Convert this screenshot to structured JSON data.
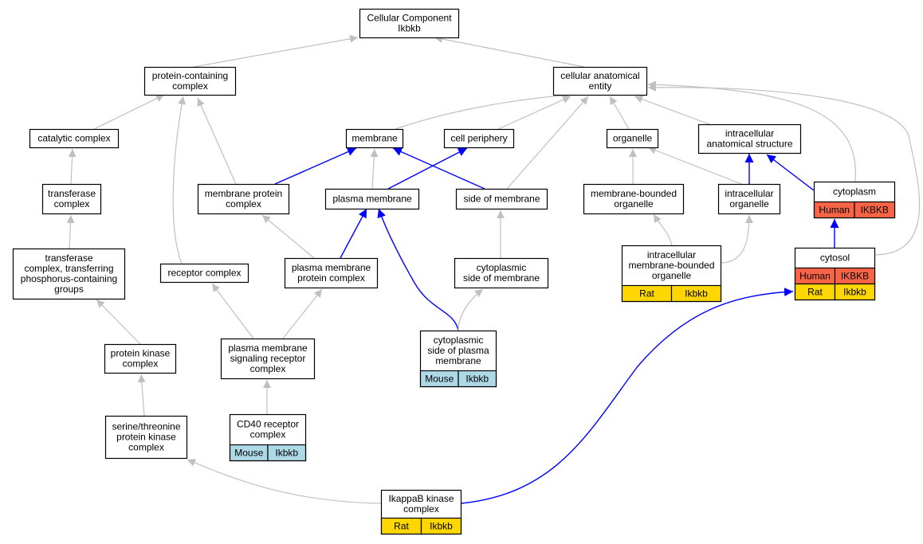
{
  "colors": {
    "gray_edge": "#c0c0c0",
    "blue_edge": "#0000ff",
    "human": "#fa6446",
    "rat": "#ffd700",
    "mouse": "#add8e6"
  },
  "nodes": [
    {
      "id": "root",
      "lines": [
        "Cellular Component",
        "Ikbkb"
      ]
    },
    {
      "id": "pcc",
      "lines": [
        "protein-containing",
        "complex"
      ]
    },
    {
      "id": "cae",
      "lines": [
        "cellular anatomical",
        "entity"
      ]
    },
    {
      "id": "cat",
      "lines": [
        "catalytic complex"
      ]
    },
    {
      "id": "mem",
      "lines": [
        "membrane"
      ]
    },
    {
      "id": "cper",
      "lines": [
        "cell periphery"
      ]
    },
    {
      "id": "org",
      "lines": [
        "organelle"
      ]
    },
    {
      "id": "ias",
      "lines": [
        "intracellular",
        "anatomical structure"
      ]
    },
    {
      "id": "trc",
      "lines": [
        "transferase",
        "complex"
      ]
    },
    {
      "id": "mpc",
      "lines": [
        "membrane protein",
        "complex"
      ]
    },
    {
      "id": "pm",
      "lines": [
        "plasma membrane"
      ]
    },
    {
      "id": "som",
      "lines": [
        "side of membrane"
      ]
    },
    {
      "id": "mbo",
      "lines": [
        "membrane-bounded",
        "organelle"
      ]
    },
    {
      "id": "io",
      "lines": [
        "intracellular",
        "organelle"
      ]
    },
    {
      "id": "cyto",
      "lines": [
        "cytoplasm"
      ],
      "species": [
        {
          "cells": [
            "Human",
            "IKBKB"
          ],
          "color": "human"
        }
      ]
    },
    {
      "id": "tcp",
      "lines": [
        "transferase",
        "complex, transferring",
        "phosphorus-containing",
        "groups"
      ]
    },
    {
      "id": "rc",
      "lines": [
        "receptor complex"
      ]
    },
    {
      "id": "pmpc",
      "lines": [
        "plasma membrane",
        "protein complex"
      ]
    },
    {
      "id": "csm",
      "lines": [
        "cytoplasmic",
        "side of membrane"
      ]
    },
    {
      "id": "imbo",
      "lines": [
        "intracellular",
        "membrane-bounded",
        "organelle"
      ],
      "species": [
        {
          "cells": [
            "Rat",
            "Ikbkb"
          ],
          "color": "rat"
        }
      ]
    },
    {
      "id": "cytosol",
      "lines": [
        "cytosol"
      ],
      "species": [
        {
          "cells": [
            "Human",
            "IKBKB"
          ],
          "color": "human"
        },
        {
          "cells": [
            "Rat",
            "Ikbkb"
          ],
          "color": "rat"
        }
      ]
    },
    {
      "id": "pkc",
      "lines": [
        "protein kinase",
        "complex"
      ]
    },
    {
      "id": "pmsr",
      "lines": [
        "plasma membrane",
        "signaling receptor",
        "complex"
      ]
    },
    {
      "id": "cspm",
      "lines": [
        "cytoplasmic",
        "side of plasma",
        "membrane"
      ],
      "species": [
        {
          "cells": [
            "Mouse",
            "Ikbkb"
          ],
          "color": "mouse"
        }
      ]
    },
    {
      "id": "stpk",
      "lines": [
        "serine/threonine",
        "protein kinase",
        "complex"
      ]
    },
    {
      "id": "cd40",
      "lines": [
        "CD40 receptor",
        "complex"
      ],
      "species": [
        {
          "cells": [
            "Mouse",
            "Ikbkb"
          ],
          "color": "mouse"
        }
      ]
    },
    {
      "id": "ikk",
      "lines": [
        "IkappaB kinase",
        "complex"
      ],
      "species": [
        {
          "cells": [
            "Rat",
            "Ikbkb"
          ],
          "color": "rat"
        }
      ]
    }
  ],
  "edges": [
    {
      "from": "pcc",
      "to": "root",
      "color": "gray"
    },
    {
      "from": "cae",
      "to": "root",
      "color": "gray"
    },
    {
      "from": "cat",
      "to": "pcc",
      "color": "gray"
    },
    {
      "from": "mpc",
      "to": "pcc",
      "color": "gray"
    },
    {
      "from": "rc",
      "to": "pcc",
      "color": "gray"
    },
    {
      "from": "mem",
      "to": "cae",
      "color": "gray"
    },
    {
      "from": "cper",
      "to": "cae",
      "color": "gray"
    },
    {
      "from": "som",
      "to": "cae",
      "color": "gray"
    },
    {
      "from": "org",
      "to": "cae",
      "color": "gray"
    },
    {
      "from": "ias",
      "to": "cae",
      "color": "gray"
    },
    {
      "from": "cyto",
      "to": "cae",
      "color": "gray"
    },
    {
      "from": "cytosol",
      "to": "cae",
      "color": "gray"
    },
    {
      "from": "trc",
      "to": "cat",
      "color": "gray"
    },
    {
      "from": "mpc",
      "to": "mem",
      "color": "blue"
    },
    {
      "from": "pm",
      "to": "mem",
      "color": "gray"
    },
    {
      "from": "som",
      "to": "mem",
      "color": "blue"
    },
    {
      "from": "pm",
      "to": "cper",
      "color": "blue"
    },
    {
      "from": "mbo",
      "to": "org",
      "color": "gray"
    },
    {
      "from": "io",
      "to": "org",
      "color": "gray"
    },
    {
      "from": "io",
      "to": "ias",
      "color": "blue"
    },
    {
      "from": "cyto",
      "to": "ias",
      "color": "blue"
    },
    {
      "from": "tcp",
      "to": "trc",
      "color": "gray"
    },
    {
      "from": "pmpc",
      "to": "mpc",
      "color": "gray"
    },
    {
      "from": "pmpc",
      "to": "pm",
      "color": "blue"
    },
    {
      "from": "cspm",
      "to": "pm",
      "color": "blue"
    },
    {
      "from": "csm",
      "to": "som",
      "color": "gray"
    },
    {
      "from": "imbo",
      "to": "mbo",
      "color": "gray"
    },
    {
      "from": "imbo",
      "to": "io",
      "color": "gray"
    },
    {
      "from": "cytosol",
      "to": "cyto",
      "color": "blue"
    },
    {
      "from": "pkc",
      "to": "tcp",
      "color": "gray"
    },
    {
      "from": "pmsr",
      "to": "rc",
      "color": "gray"
    },
    {
      "from": "pmsr",
      "to": "pmpc",
      "color": "gray"
    },
    {
      "from": "cspm",
      "to": "csm",
      "color": "gray"
    },
    {
      "from": "stpk",
      "to": "pkc",
      "color": "gray"
    },
    {
      "from": "cd40",
      "to": "pmsr",
      "color": "gray"
    },
    {
      "from": "ikk",
      "to": "stpk",
      "color": "gray"
    },
    {
      "from": "ikk",
      "to": "cytosol",
      "color": "blue"
    }
  ]
}
